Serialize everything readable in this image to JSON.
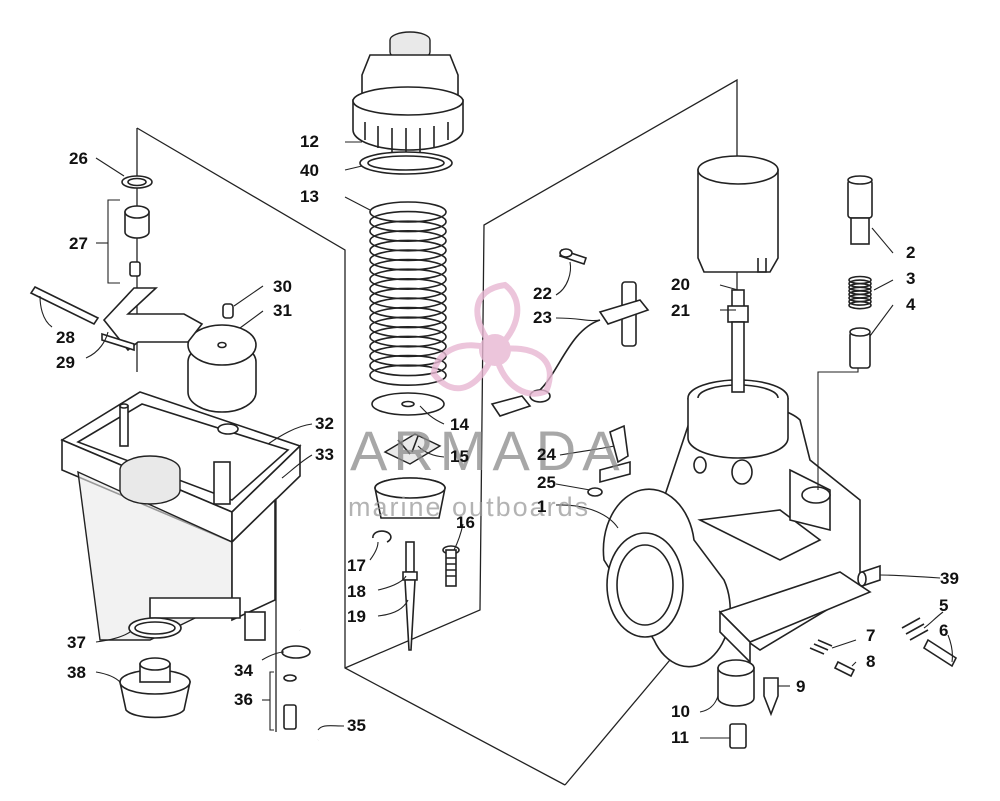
{
  "watermark": {
    "brand": "ARMADA",
    "tagline": "marine outboards",
    "logo_color": "#e8b7d3"
  },
  "callouts": {
    "c1": "1",
    "c2": "2",
    "c3": "3",
    "c4": "4",
    "c5": "5",
    "c6": "6",
    "c7": "7",
    "c8": "8",
    "c9": "9",
    "c10": "10",
    "c11": "11",
    "c12": "12",
    "c13": "13",
    "c14": "14",
    "c15": "15",
    "c16": "16",
    "c17": "17",
    "c18": "18",
    "c19": "19",
    "c20": "20",
    "c21": "21",
    "c22": "22",
    "c23": "23",
    "c24": "24",
    "c25": "25",
    "c26": "26",
    "c27": "27",
    "c28": "28",
    "c29": "29",
    "c30": "30",
    "c31": "31",
    "c32": "32",
    "c33": "33",
    "c34": "34",
    "c35": "35",
    "c36": "36",
    "c37": "37",
    "c38": "38",
    "c39": "39",
    "c40": "40"
  }
}
